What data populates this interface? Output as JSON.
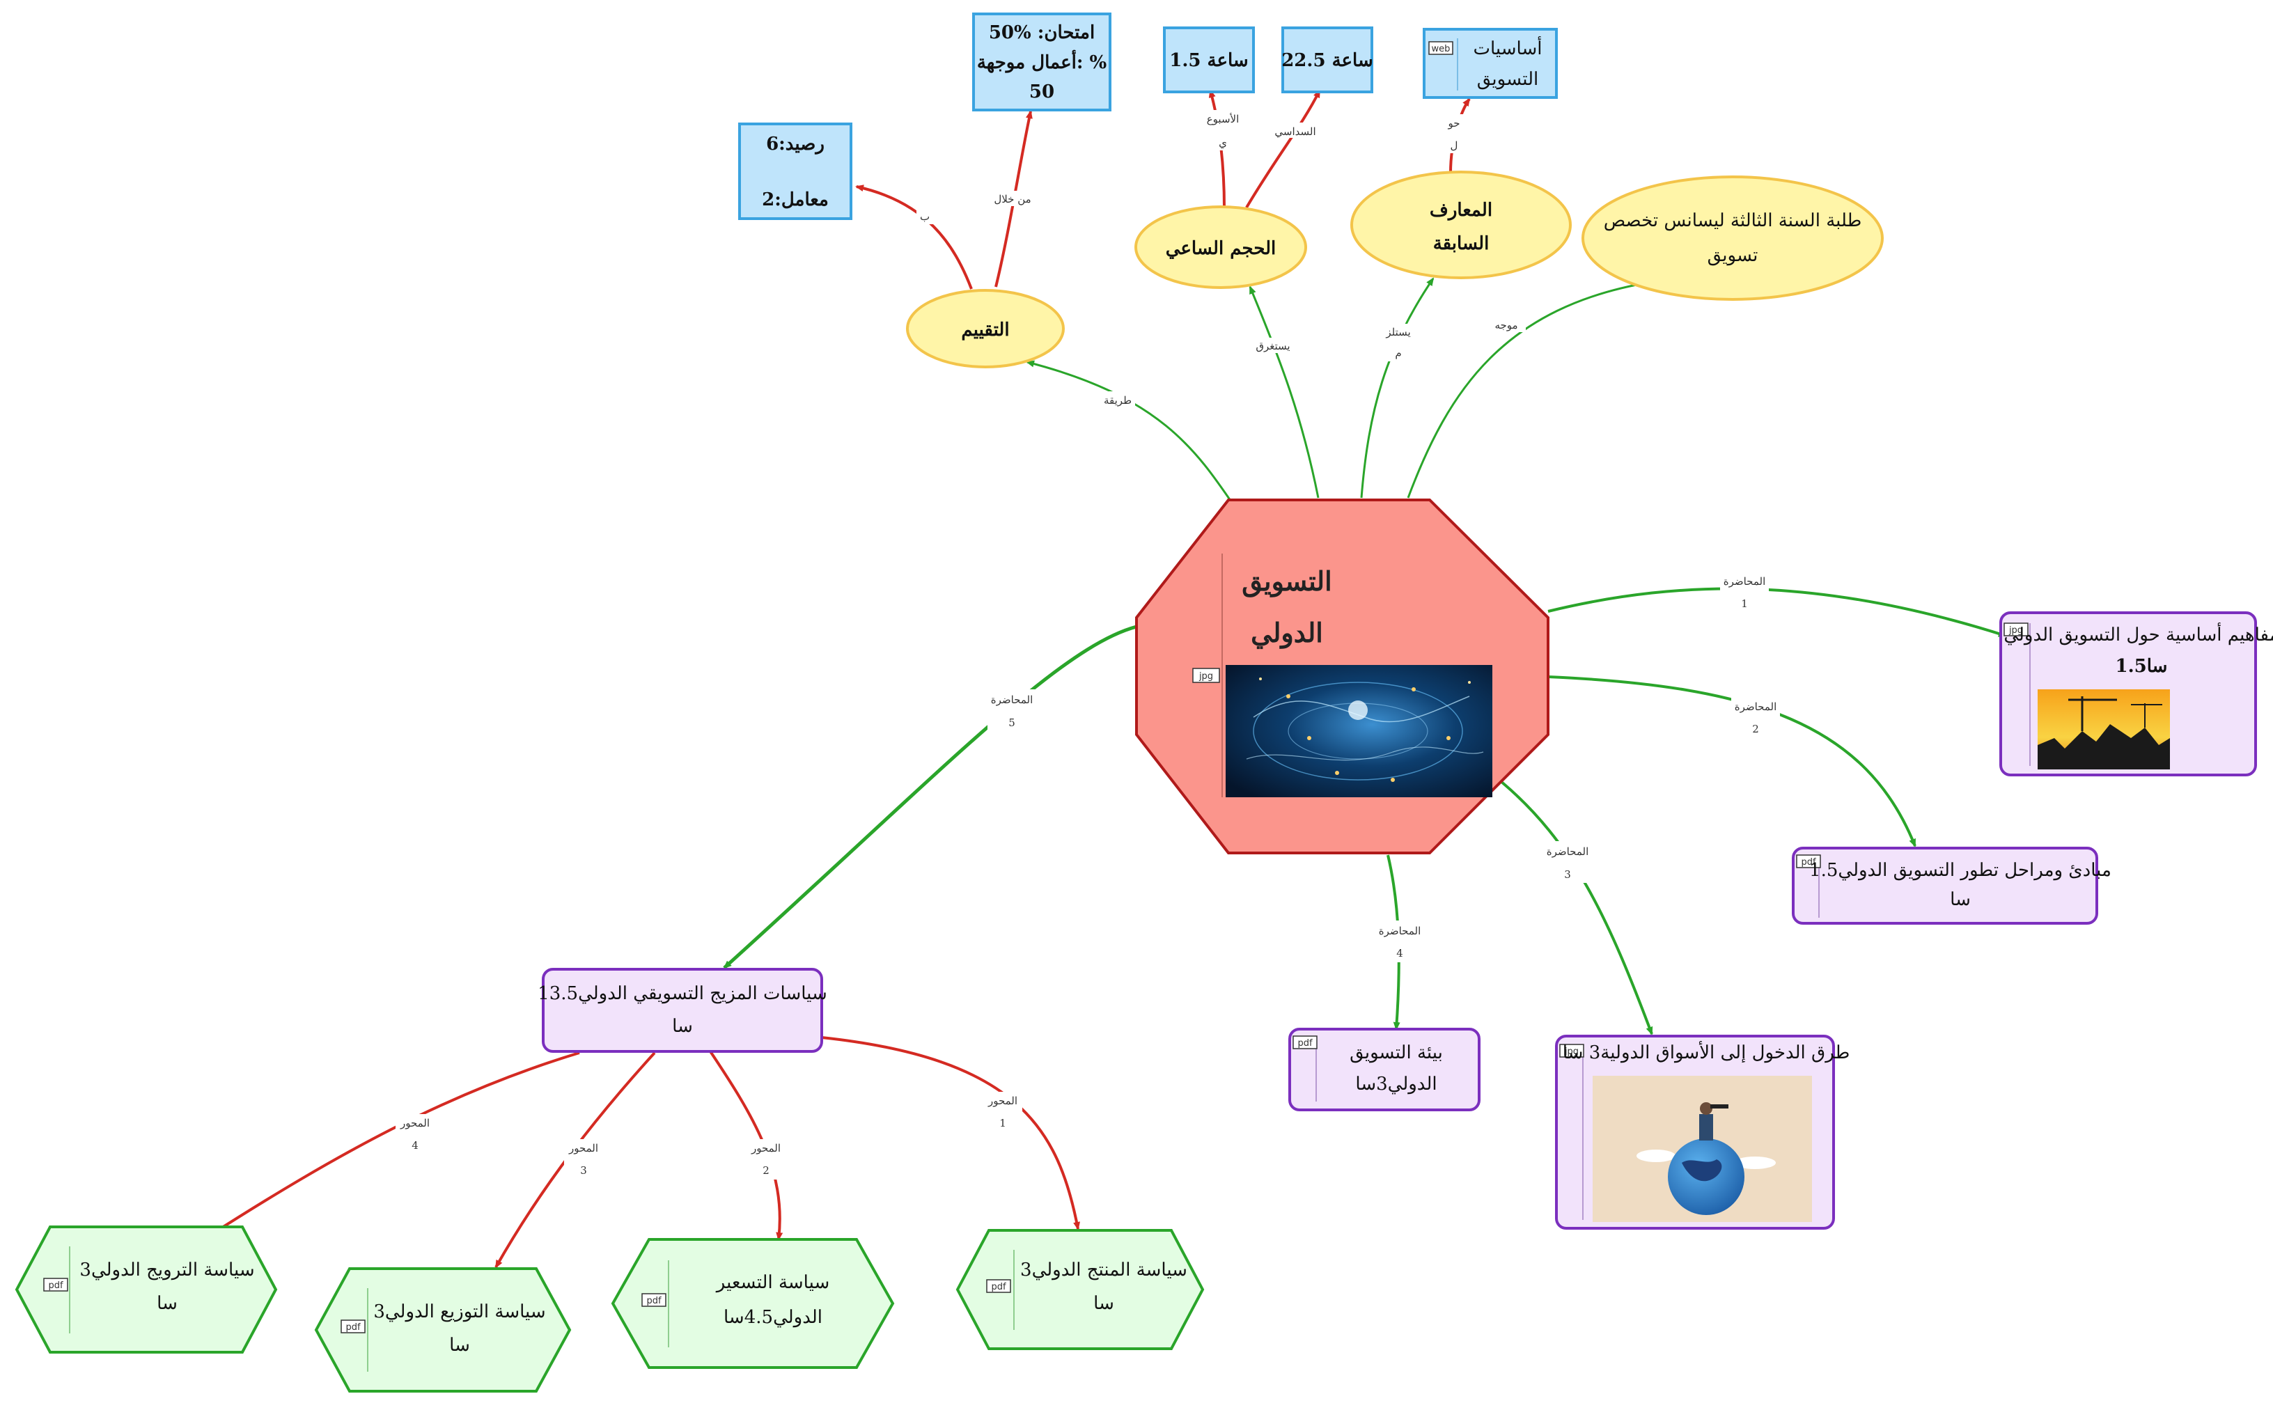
{
  "center": {
    "title_line1": "التسويق",
    "title_line2": "الدولي",
    "attachment_tag": "jpg"
  },
  "nodes": {
    "evaluation": "التقييم",
    "hours": "الحجم الساعي",
    "prior": {
      "line1": "المعارف",
      "line2": "السابقة"
    },
    "audience": {
      "line1": "طلبة السنة الثالثة ليسانس تخصص",
      "line2": "تسويق"
    },
    "credits": {
      "line1": "رصيد:6",
      "line2": "معامل:2"
    },
    "exam": {
      "line1": "امتحان:  %50",
      "line2": "أعمال موجهة:  %",
      "line3": "50"
    },
    "weekly": "ساعة 1.5",
    "semester": "ساعة 22.5",
    "basics": {
      "line1": "أساسيات",
      "line2": "التسويق",
      "tag": "web"
    },
    "lecture1": {
      "line1": "مفاهيم أساسية حول التسويق الدولي",
      "line2": "1.5سا",
      "tag": "jpg"
    },
    "lecture2": {
      "line1": "مبادئ ومراحل تطور التسويق الدولي1.5",
      "line2": "سا",
      "tag": "pdf"
    },
    "lecture3": {
      "line1": "طرق الدخول إلى الأسواق الدولية3 سا",
      "tag": "jpg"
    },
    "lecture4": {
      "line1": "بيئة التسويق",
      "line2": "الدولي3سا",
      "tag": "pdf"
    },
    "lecture5": {
      "line1": "سياسات  المزيج  التسويقي الدولي13.5",
      "line2": "سا"
    },
    "axis1": {
      "line1": "سياسة المنتج الدولي3",
      "line2": "سا",
      "tag": "pdf"
    },
    "axis2": {
      "line1": "سياسة التسعير",
      "line2": "الدولي4.5سا",
      "tag": "pdf"
    },
    "axis3": {
      "line1": "سياسة التوزيع  الدولي3",
      "line2": "سا",
      "tag": "pdf"
    },
    "axis4": {
      "line1": "سياسة الترويج  الدولي3",
      "line2": "سا",
      "tag": "pdf"
    }
  },
  "edge_labels": {
    "method": "طريقة",
    "consumes": "يستغرق",
    "requires": {
      "line1": "يستلز",
      "line2": "م"
    },
    "directed": "موجه",
    "through": "من خلال",
    "b": "ب",
    "weekly": {
      "line1": "الأسبوع",
      "line2": "ي"
    },
    "semester": "السداسي",
    "about": {
      "line1": "حو",
      "line2": "ل"
    },
    "lecture1": {
      "line1": "المحاضرة",
      "line2": "1"
    },
    "lecture2": {
      "line1": "المحاضرة",
      "line2": "2"
    },
    "lecture3": {
      "line1": "المحاضرة",
      "line2": "3"
    },
    "lecture4": {
      "line1": "المحاضرة",
      "line2": "4"
    },
    "lecture5": {
      "line1": "المحاضرة",
      "line2": "5"
    },
    "axis1": {
      "line1": "المحور",
      "line2": "1"
    },
    "axis2": {
      "line1": "المحور",
      "line2": "2"
    },
    "axis3": {
      "line1": "المحور",
      "line2": "3"
    },
    "axis4": {
      "line1": "المحور",
      "line2": "4"
    }
  },
  "colors": {
    "center_fill": "#fb958c",
    "center_stroke": "#b01a1a",
    "yellow_fill": "#fff5a8",
    "yellow_stroke": "#f3c44a",
    "blue_fill": "#bfe4fb",
    "blue_stroke": "#3aa3e0",
    "purple_fill": "#f2e3fb",
    "purple_stroke": "#7b2fbe",
    "green_fill": "#e3fde3",
    "green_stroke": "#2aa52a",
    "green_edge": "#2aa52a",
    "red_edge": "#d42a22"
  }
}
